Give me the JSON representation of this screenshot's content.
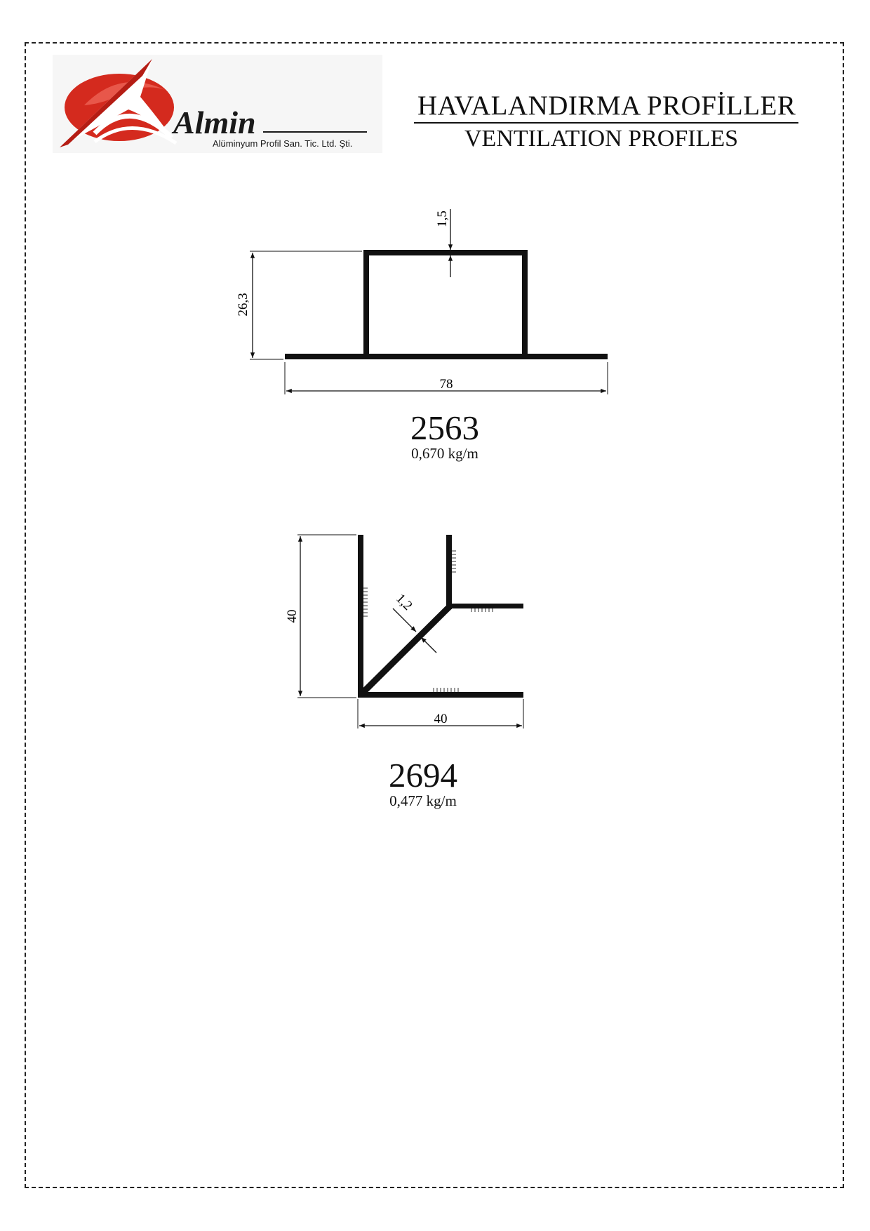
{
  "logo": {
    "brand": "Almin",
    "company": "Alüminyum Profil San. Tic. Ltd. Şti.",
    "colors": {
      "red": "#d42a1e",
      "dark": "#1a1a1a"
    }
  },
  "header": {
    "title_tr": "HAVALANDIRMA  PROFİLLER",
    "title_en": "VENTILATION PROFILES"
  },
  "profiles": [
    {
      "code": "2563",
      "weight": "0,670 kg/m",
      "dims": {
        "wall": "1,5",
        "height": "26,3",
        "width": "78"
      }
    },
    {
      "code": "2694",
      "weight": "0,477 kg/m",
      "dims": {
        "diag": "1,2",
        "height": "40",
        "width": "40"
      }
    }
  ]
}
